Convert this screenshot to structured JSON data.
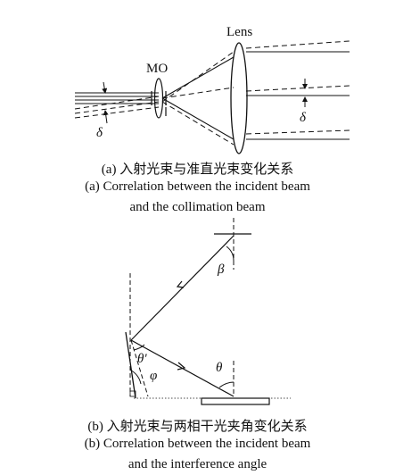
{
  "diagram_a": {
    "lens_label": "Lens",
    "mo_label": "MO",
    "delta_left": "δ",
    "delta_right": "δ",
    "caption_cn": "(a) 入射光束与准直光束变化关系",
    "caption_en_line1": "(a) Correlation between the  incident  beam",
    "caption_en_line2": "and the collimation beam"
  },
  "diagram_b": {
    "beta_label": "β",
    "theta_prime_label": "θ'",
    "phi_label": "φ",
    "theta_label": "θ",
    "caption_cn": "(b) 入射光束与两相干光夹角变化关系",
    "caption_en_line1": "(b) Correlation between the  incident beam",
    "caption_en_line2": "and the interference angle"
  }
}
